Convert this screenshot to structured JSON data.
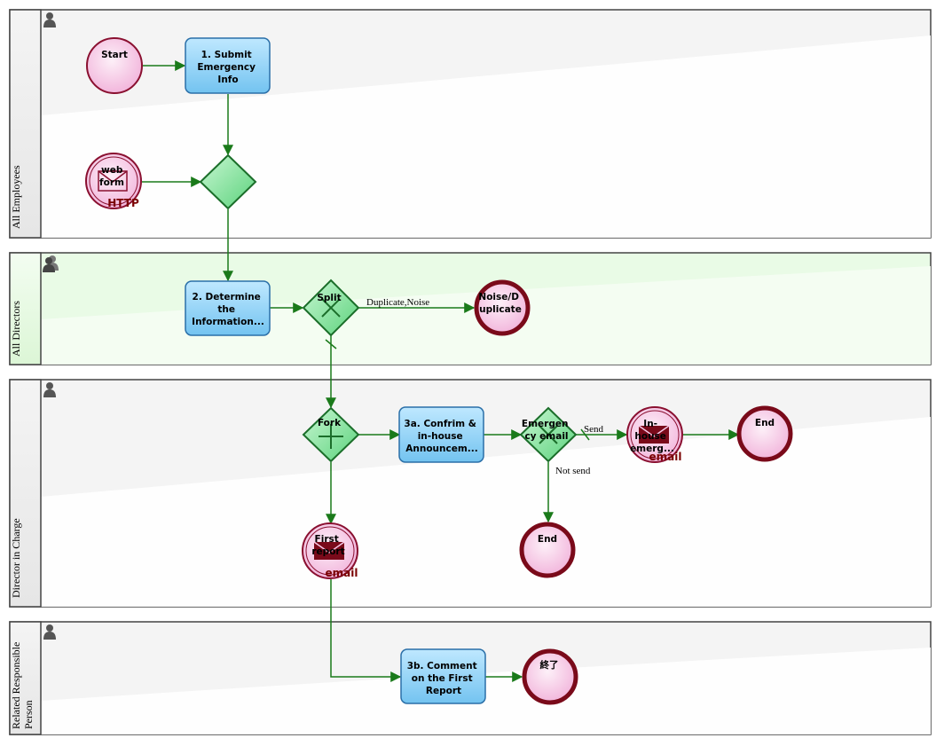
{
  "lanes": [
    {
      "label": "All Employees"
    },
    {
      "label": "All Directors"
    },
    {
      "label": "Director in Charge"
    },
    {
      "label": "Related Responsible Person"
    }
  ],
  "nodes": {
    "start": "Start",
    "submit": "1. Submit Emergency Info",
    "webform": "web form",
    "webform_badge": "HTTP",
    "determine": "2. Determine the Information...",
    "split": "Split",
    "noise": "Noise/D uplicate",
    "fork": "Fork",
    "confirm": "3a. Confrim & in-house Announcem...",
    "emergency_gw": "Emergen cy email",
    "inhouse": "In- house emerg...",
    "inhouse_badge": "email",
    "end1": "End",
    "end2": "End",
    "first_report": "First report",
    "first_report_badge": "email",
    "comment": "3b. Comment on the First Report",
    "end3": "終了"
  },
  "edges": {
    "duplicate_noise": "Duplicate,Noise",
    "send": "Send",
    "not_send": "Not send"
  },
  "colors": {
    "flow": "#1a7a1a",
    "task_fill": "#8fd1f5",
    "task_stroke": "#2a6fa8",
    "event_fill": "#f6c7e6",
    "event_stroke": "#8a1030",
    "gateway_fill": "#7ee29a",
    "gateway_stroke": "#1b6e2a",
    "director_lane_fill": "#e9fbe6"
  }
}
